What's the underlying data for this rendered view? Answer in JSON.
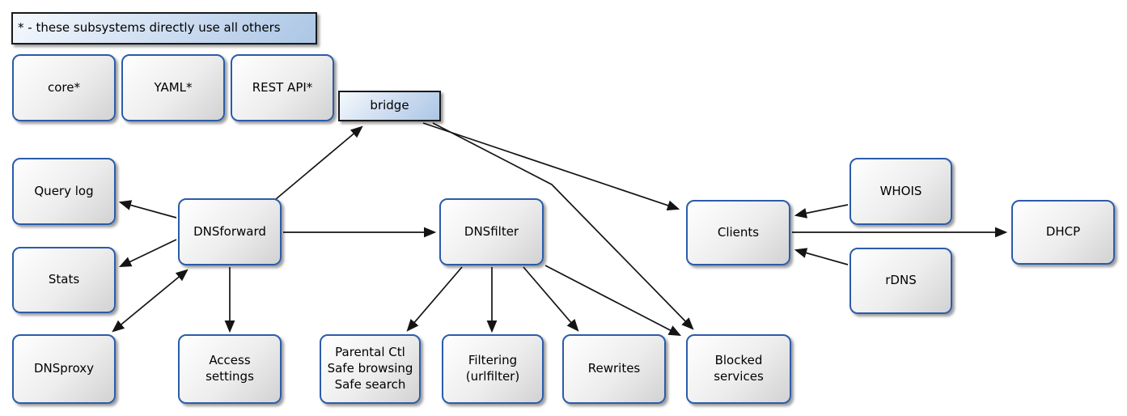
{
  "diagram": {
    "legend": {
      "label": "* - these subsystems directly use all others"
    },
    "nodes": {
      "core": {
        "label": "core*"
      },
      "yaml": {
        "label": "YAML*"
      },
      "rest_api": {
        "label": "REST API*"
      },
      "bridge": {
        "label": "bridge"
      },
      "query_log": {
        "label": "Query log"
      },
      "stats": {
        "label": "Stats"
      },
      "dnsproxy": {
        "label": "DNSproxy"
      },
      "dnsforward": {
        "label": "DNSforward"
      },
      "access_settings": {
        "label": "Access\nsettings"
      },
      "dnsfilter": {
        "label": "DNSfilter"
      },
      "parental": {
        "label": "Parental Ctl\nSafe browsing\nSafe search"
      },
      "filtering": {
        "label": "Filtering\n(urlfilter)"
      },
      "rewrites": {
        "label": "Rewrites"
      },
      "blocked_services": {
        "label": "Blocked\nservices"
      },
      "clients": {
        "label": "Clients"
      },
      "whois": {
        "label": "WHOIS"
      },
      "rdns": {
        "label": "rDNS"
      },
      "dhcp": {
        "label": "DHCP"
      }
    },
    "edges": [
      {
        "from": "DNSforward",
        "to": "bridge"
      },
      {
        "from": "bridge",
        "to": "Clients"
      },
      {
        "from": "bridge",
        "to": "Blocked services"
      },
      {
        "from": "DNSforward",
        "to": "Query log"
      },
      {
        "from": "DNSforward",
        "to": "Stats"
      },
      {
        "from": "DNSforward",
        "to": "DNSproxy",
        "bidirectional": true
      },
      {
        "from": "DNSforward",
        "to": "Access settings"
      },
      {
        "from": "DNSforward",
        "to": "DNSfilter"
      },
      {
        "from": "DNSfilter",
        "to": "Parental Ctl / Safe browsing / Safe search"
      },
      {
        "from": "DNSfilter",
        "to": "Filtering (urlfilter)"
      },
      {
        "from": "DNSfilter",
        "to": "Rewrites"
      },
      {
        "from": "DNSfilter",
        "to": "Blocked services"
      },
      {
        "from": "WHOIS",
        "to": "Clients"
      },
      {
        "from": "rDNS",
        "to": "Clients"
      },
      {
        "from": "Clients",
        "to": "DHCP"
      }
    ],
    "colors": {
      "node_border": "#2b5caa",
      "node_fill_top": "#ffffff",
      "node_fill_bottom": "#d2d2d2",
      "blue_fill_top": "#f5f9fd",
      "blue_fill_bottom": "#abc6e5",
      "blue_border": "#1a1a1a",
      "edge": "#141414",
      "background": "#ffffff"
    }
  }
}
